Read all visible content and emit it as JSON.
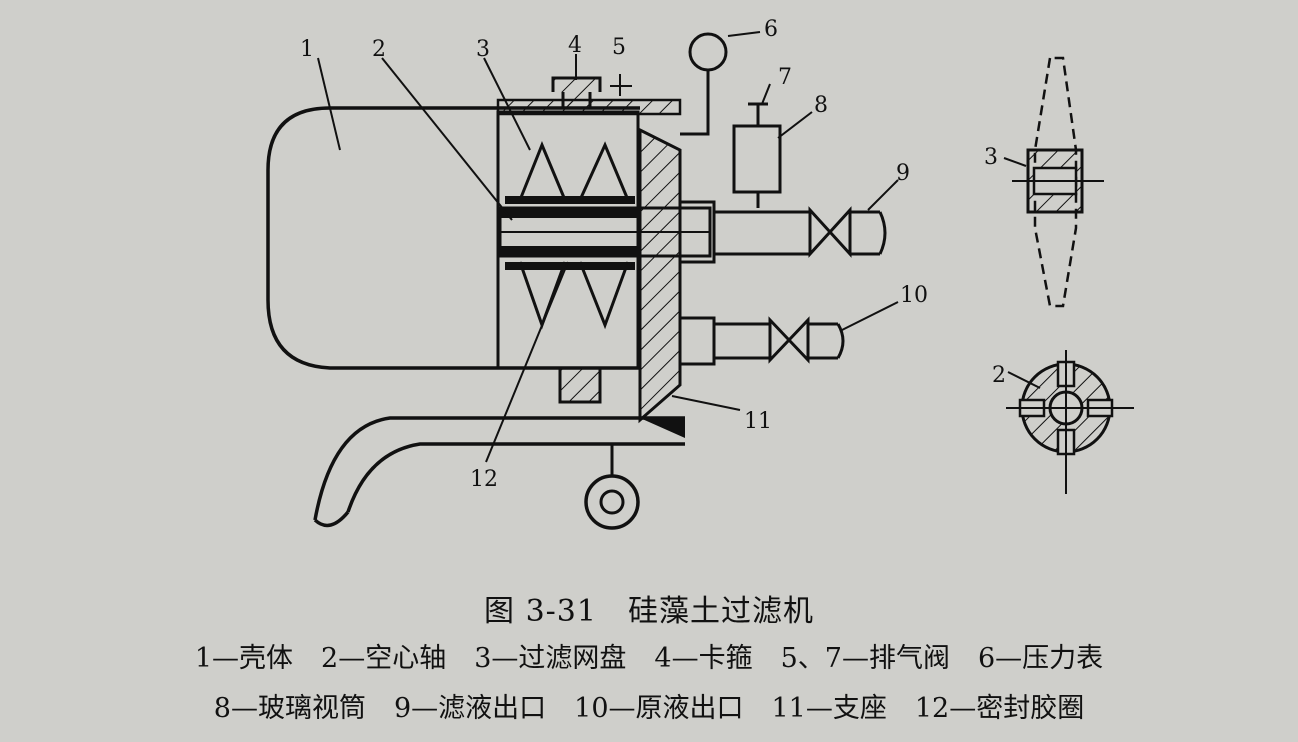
{
  "figure": {
    "caption": "图 3-31　硅藻土过滤机",
    "callouts": [
      "1",
      "2",
      "3",
      "4",
      "5",
      "6",
      "7",
      "8",
      "9",
      "10",
      "11",
      "12"
    ],
    "section_callouts": {
      "filter_disc": "3",
      "hollow_shaft": "2"
    },
    "legend_rows": [
      [
        "1—壳体",
        "2—空心轴",
        "3—过滤网盘",
        "4—卡箍",
        "5、7—排气阀",
        "6—压力表"
      ],
      [
        "8—玻璃视筒",
        "9—滤液出口",
        "10—原液出口",
        "11—支座",
        "12—密封胶圈"
      ]
    ],
    "colors": {
      "ink": "#111111",
      "paper": "#cfcfcb"
    }
  }
}
